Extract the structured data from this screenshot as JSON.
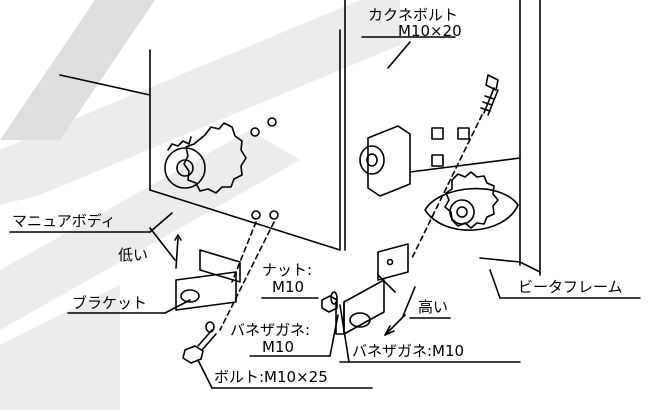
{
  "colors": {
    "ink": "#000000",
    "background": "#ffffff",
    "watermark": "#d9d9d9"
  },
  "labels": {
    "kakune_bolt": "カクネボルト",
    "kakune_bolt_size": "M10×20",
    "manual_body": "マニュアボディ",
    "low": "低い",
    "bracket": "ブラケット",
    "nut": "ナット:",
    "nut_size": "M10",
    "spring_washer_left": "バネザガネ:",
    "spring_washer_left_size": "M10",
    "spring_washer_right": "バネザガネ:M10",
    "high": "高い",
    "beater_frame": "ビータフレーム",
    "bolt": "ボルト:M10×25"
  }
}
